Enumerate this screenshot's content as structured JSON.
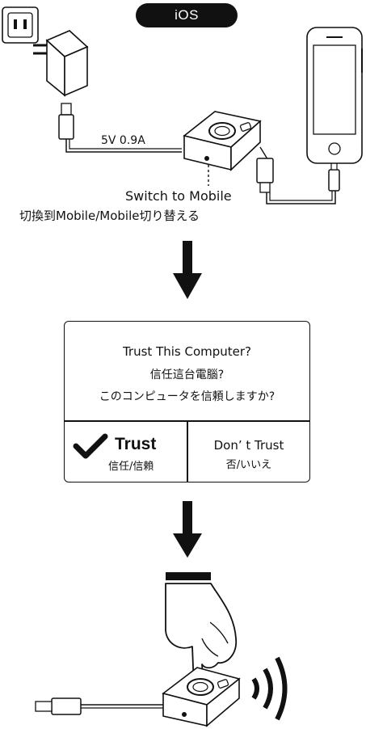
{
  "platform_label": "iOS",
  "power": {
    "spec_label": "5V 0.9A"
  },
  "switch": {
    "label_en": "Switch to Mobile",
    "label_cjk": "切換到Mobile/Mobile切り替える"
  },
  "dialog": {
    "title_en": "Trust This Computer?",
    "title_tc": "信任這台電腦?",
    "title_jp": "このコンピュータを信頼しますか?",
    "trust_label": "Trust",
    "trust_sub": "信任/信賴",
    "dont_trust_label": "Don’ t Trust",
    "dont_trust_sub": "否/いいえ"
  },
  "icons": [
    "wall-outlet-icon",
    "power-adapter-icon",
    "usb-plug-icon",
    "receiver-device-icon",
    "iphone-icon",
    "lightning-plug-icon",
    "down-arrow-icon",
    "checkmark-icon",
    "hand-press-icon",
    "signal-waves-icon"
  ]
}
